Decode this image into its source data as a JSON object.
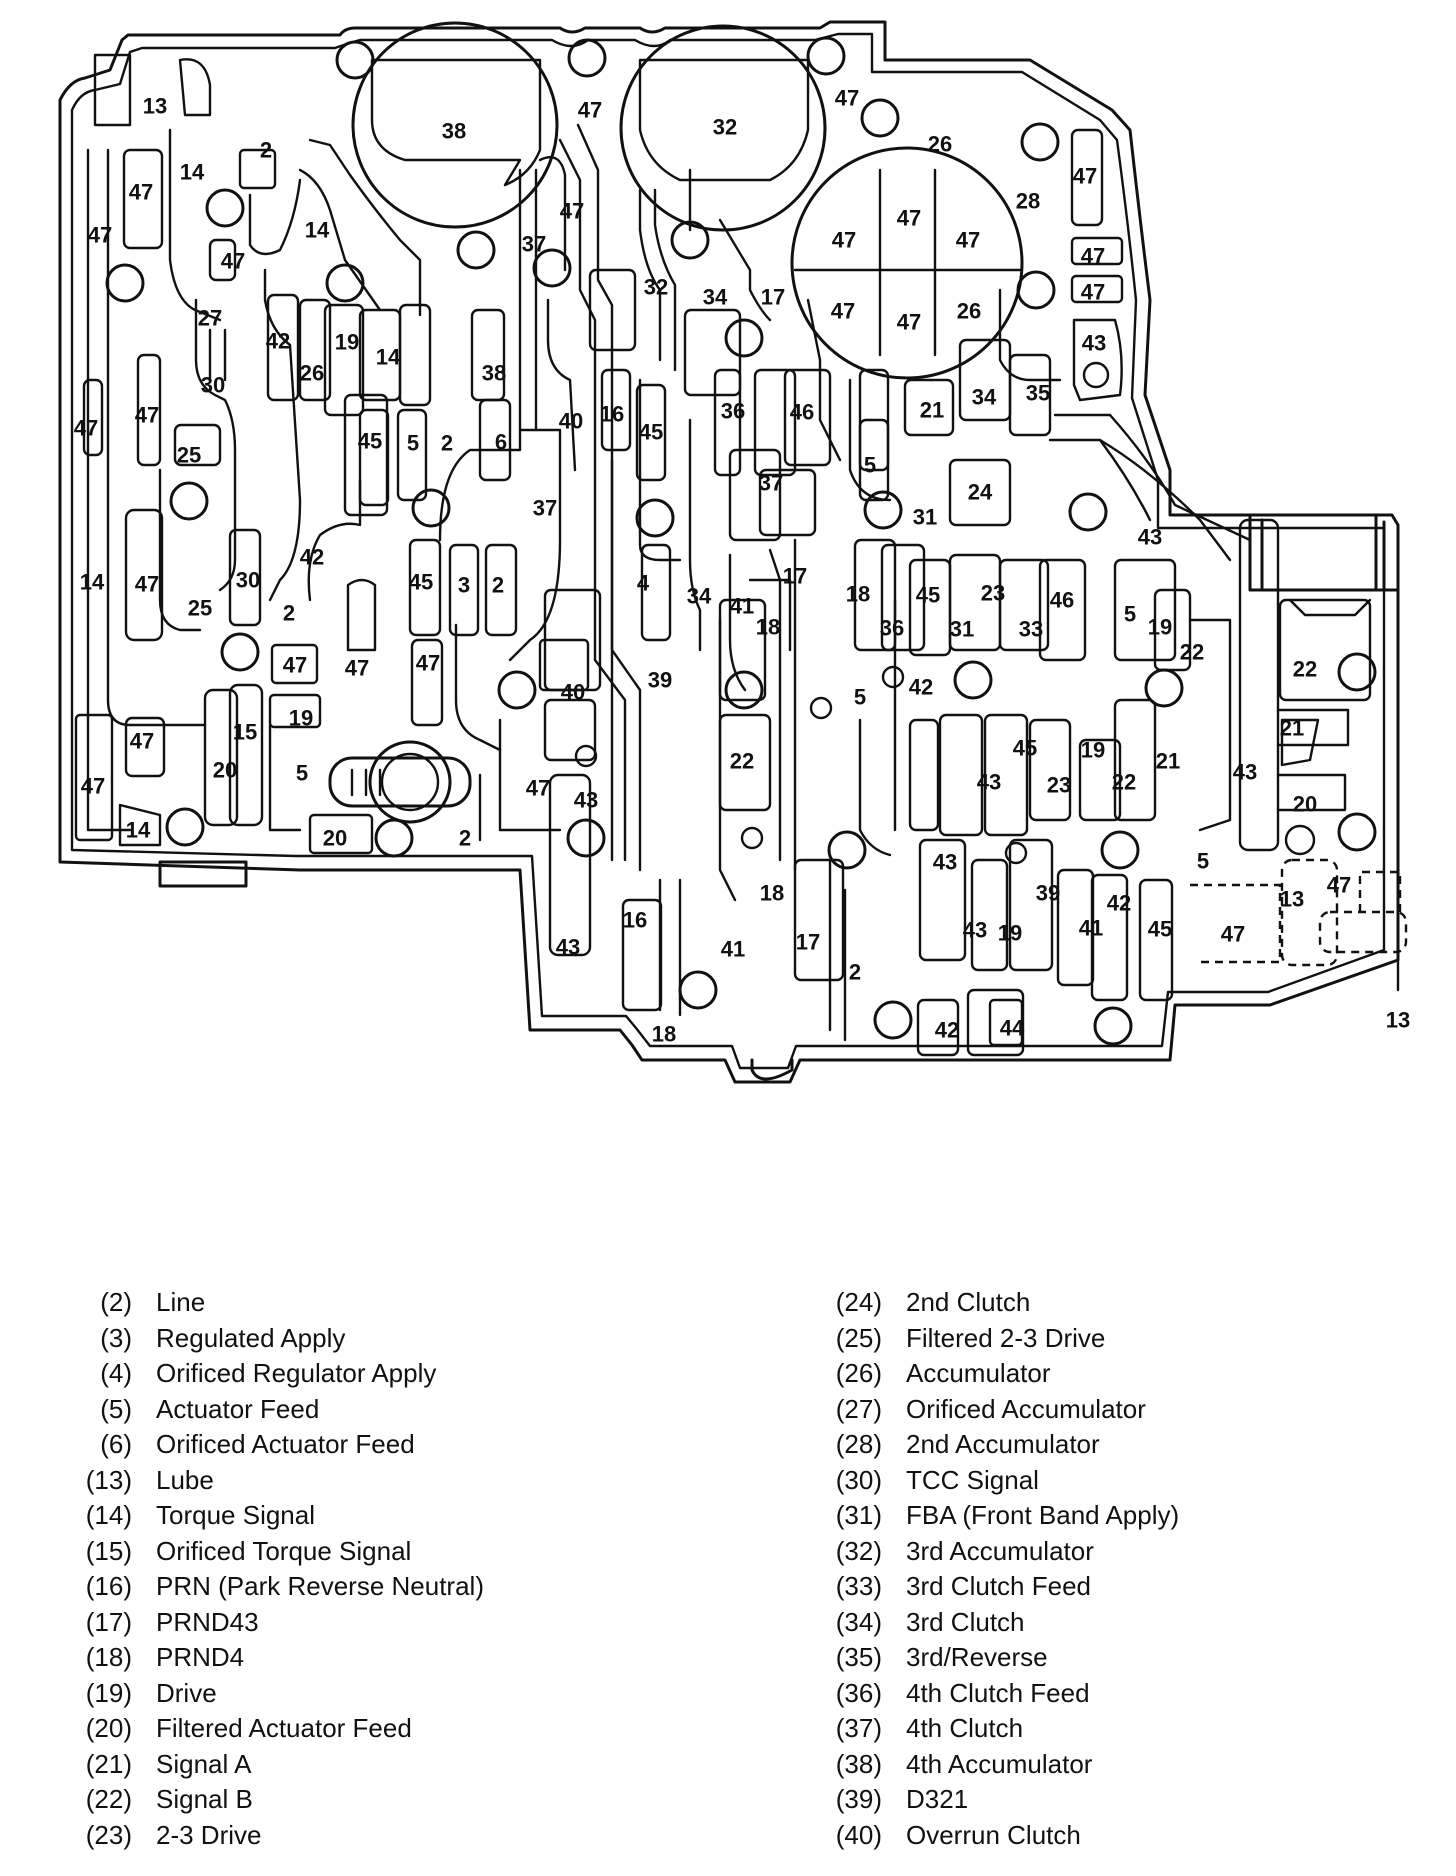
{
  "diagram": {
    "labels": [
      {
        "id": "l1",
        "text": "13"
      },
      {
        "id": "l2",
        "text": "38"
      },
      {
        "id": "l3",
        "text": "47"
      },
      {
        "id": "l4",
        "text": "32"
      },
      {
        "id": "l5",
        "text": "47"
      },
      {
        "id": "l6",
        "text": "2"
      },
      {
        "id": "l7",
        "text": "14"
      },
      {
        "id": "l8",
        "text": "47"
      },
      {
        "id": "l9",
        "text": "26"
      },
      {
        "id": "l10",
        "text": "47"
      },
      {
        "id": "l11",
        "text": "28"
      },
      {
        "id": "l12",
        "text": "47"
      },
      {
        "id": "l13",
        "text": "14"
      },
      {
        "id": "l14",
        "text": "47"
      },
      {
        "id": "l15",
        "text": "37"
      },
      {
        "id": "l16",
        "text": "47"
      },
      {
        "id": "l17",
        "text": "47"
      },
      {
        "id": "l18",
        "text": "47"
      },
      {
        "id": "l19",
        "text": "47"
      },
      {
        "id": "l20",
        "text": "47"
      },
      {
        "id": "l21",
        "text": "47"
      },
      {
        "id": "l22",
        "text": "47"
      },
      {
        "id": "l23",
        "text": "47"
      },
      {
        "id": "l24",
        "text": "26"
      },
      {
        "id": "l25",
        "text": "17"
      },
      {
        "id": "l26",
        "text": "34"
      },
      {
        "id": "l27",
        "text": "32"
      },
      {
        "id": "l28",
        "text": "27"
      },
      {
        "id": "l29",
        "text": "42"
      },
      {
        "id": "l30",
        "text": "19"
      },
      {
        "id": "l31",
        "text": "26"
      },
      {
        "id": "l32",
        "text": "14"
      },
      {
        "id": "l33",
        "text": "38"
      },
      {
        "id": "l34",
        "text": "30"
      },
      {
        "id": "l35",
        "text": "47"
      },
      {
        "id": "l36",
        "text": "47"
      },
      {
        "id": "l37",
        "text": "43"
      },
      {
        "id": "l38",
        "text": "34"
      },
      {
        "id": "l39",
        "text": "35"
      },
      {
        "id": "l40",
        "text": "21"
      },
      {
        "id": "l41",
        "text": "45"
      },
      {
        "id": "l42",
        "text": "5"
      },
      {
        "id": "l43",
        "text": "2"
      },
      {
        "id": "l44",
        "text": "6"
      },
      {
        "id": "l45",
        "text": "40"
      },
      {
        "id": "l46",
        "text": "16"
      },
      {
        "id": "l47",
        "text": "45"
      },
      {
        "id": "l48",
        "text": "36"
      },
      {
        "id": "l49",
        "text": "46"
      },
      {
        "id": "l50",
        "text": "25"
      },
      {
        "id": "l51",
        "text": "37"
      },
      {
        "id": "l52",
        "text": "5"
      },
      {
        "id": "l53",
        "text": "24"
      },
      {
        "id": "l54",
        "text": "31"
      },
      {
        "id": "l55",
        "text": "43"
      },
      {
        "id": "l56",
        "text": "37"
      },
      {
        "id": "l57",
        "text": "14"
      },
      {
        "id": "l58",
        "text": "47"
      },
      {
        "id": "l59",
        "text": "42"
      },
      {
        "id": "l60",
        "text": "30"
      },
      {
        "id": "l61",
        "text": "45"
      },
      {
        "id": "l62",
        "text": "3"
      },
      {
        "id": "l63",
        "text": "2"
      },
      {
        "id": "l64",
        "text": "4"
      },
      {
        "id": "l65",
        "text": "34"
      },
      {
        "id": "l66",
        "text": "41"
      },
      {
        "id": "l67",
        "text": "17"
      },
      {
        "id": "l68",
        "text": "18"
      },
      {
        "id": "l69",
        "text": "36"
      },
      {
        "id": "l70",
        "text": "45"
      },
      {
        "id": "l71",
        "text": "23"
      },
      {
        "id": "l72",
        "text": "31"
      },
      {
        "id": "l73",
        "text": "33"
      },
      {
        "id": "l74",
        "text": "46"
      },
      {
        "id": "l75",
        "text": "5"
      },
      {
        "id": "l76",
        "text": "19"
      },
      {
        "id": "l77",
        "text": "22"
      },
      {
        "id": "l78",
        "text": "25"
      },
      {
        "id": "l79",
        "text": "2"
      },
      {
        "id": "l80",
        "text": "18"
      },
      {
        "id": "l81",
        "text": "47"
      },
      {
        "id": "l82",
        "text": "47"
      },
      {
        "id": "l83",
        "text": "47"
      },
      {
        "id": "l84",
        "text": "39"
      },
      {
        "id": "l85",
        "text": "42"
      },
      {
        "id": "l86",
        "text": "5"
      },
      {
        "id": "l87",
        "text": "22"
      },
      {
        "id": "l88",
        "text": "19"
      },
      {
        "id": "l89",
        "text": "40"
      },
      {
        "id": "l90",
        "text": "15"
      },
      {
        "id": "l91",
        "text": "21"
      },
      {
        "id": "l92",
        "text": "47"
      },
      {
        "id": "l93",
        "text": "47"
      },
      {
        "id": "l94",
        "text": "20"
      },
      {
        "id": "l95",
        "text": "5"
      },
      {
        "id": "l96",
        "text": "22"
      },
      {
        "id": "l97",
        "text": "45"
      },
      {
        "id": "l98",
        "text": "43"
      },
      {
        "id": "l99",
        "text": "23"
      },
      {
        "id": "l100",
        "text": "19"
      },
      {
        "id": "l101",
        "text": "22"
      },
      {
        "id": "l102",
        "text": "21"
      },
      {
        "id": "l103",
        "text": "43"
      },
      {
        "id": "l104",
        "text": "47"
      },
      {
        "id": "l105",
        "text": "43"
      },
      {
        "id": "l106",
        "text": "20"
      },
      {
        "id": "l107",
        "text": "14"
      },
      {
        "id": "l108",
        "text": "20"
      },
      {
        "id": "l109",
        "text": "2"
      },
      {
        "id": "l110",
        "text": "18"
      },
      {
        "id": "l111",
        "text": "43"
      },
      {
        "id": "l112",
        "text": "5"
      },
      {
        "id": "l113",
        "text": "39"
      },
      {
        "id": "l114",
        "text": "42"
      },
      {
        "id": "l115",
        "text": "43"
      },
      {
        "id": "l116",
        "text": "19"
      },
      {
        "id": "l117",
        "text": "41"
      },
      {
        "id": "l118",
        "text": "45"
      },
      {
        "id": "l119",
        "text": "13"
      },
      {
        "id": "l120",
        "text": "47"
      },
      {
        "id": "l121",
        "text": "47"
      },
      {
        "id": "l122",
        "text": "43"
      },
      {
        "id": "l123",
        "text": "16"
      },
      {
        "id": "l124",
        "text": "41"
      },
      {
        "id": "l125",
        "text": "17"
      },
      {
        "id": "l126",
        "text": "2"
      },
      {
        "id": "l127",
        "text": "18"
      },
      {
        "id": "l128",
        "text": "42"
      },
      {
        "id": "l129",
        "text": "44"
      },
      {
        "id": "l130",
        "text": "13"
      }
    ]
  },
  "legend": {
    "left": [
      {
        "code": "(2)",
        "desc": "Line"
      },
      {
        "code": "(3)",
        "desc": "Regulated Apply"
      },
      {
        "code": "(4)",
        "desc": "Orificed Regulator Apply"
      },
      {
        "code": "(5)",
        "desc": "Actuator Feed"
      },
      {
        "code": "(6)",
        "desc": "Orificed Actuator Feed"
      },
      {
        "code": "(13)",
        "desc": "Lube"
      },
      {
        "code": "(14)",
        "desc": "Torque Signal"
      },
      {
        "code": "(15)",
        "desc": "Orificed Torque Signal"
      },
      {
        "code": "(16)",
        "desc": "PRN (Park Reverse Neutral)"
      },
      {
        "code": "(17)",
        "desc": "PRND43"
      },
      {
        "code": "(18)",
        "desc": "PRND4"
      },
      {
        "code": "(19)",
        "desc": "Drive"
      },
      {
        "code": "(20)",
        "desc": "Filtered Actuator Feed"
      },
      {
        "code": "(21)",
        "desc": "Signal A"
      },
      {
        "code": "(22)",
        "desc": "Signal B"
      },
      {
        "code": "(23)",
        "desc": "2-3 Drive"
      }
    ],
    "right": [
      {
        "code": "(24)",
        "desc": "2nd Clutch"
      },
      {
        "code": "(25)",
        "desc": "Filtered 2-3 Drive"
      },
      {
        "code": "(26)",
        "desc": "Accumulator"
      },
      {
        "code": "(27)",
        "desc": "Orificed Accumulator"
      },
      {
        "code": "(28)",
        "desc": "2nd Accumulator"
      },
      {
        "code": "(30)",
        "desc": "TCC Signal"
      },
      {
        "code": "(31)",
        "desc": "FBA (Front Band Apply)"
      },
      {
        "code": "(32)",
        "desc": "3rd Accumulator"
      },
      {
        "code": "(33)",
        "desc": "3rd Clutch Feed"
      },
      {
        "code": "(34)",
        "desc": "3rd Clutch"
      },
      {
        "code": "(35)",
        "desc": "3rd/Reverse"
      },
      {
        "code": "(36)",
        "desc": "4th Clutch Feed"
      },
      {
        "code": "(37)",
        "desc": "4th Clutch"
      },
      {
        "code": "(38)",
        "desc": "4th Accumulator"
      },
      {
        "code": "(39)",
        "desc": "D321"
      },
      {
        "code": "(40)",
        "desc": "Overrun Clutch"
      }
    ]
  }
}
